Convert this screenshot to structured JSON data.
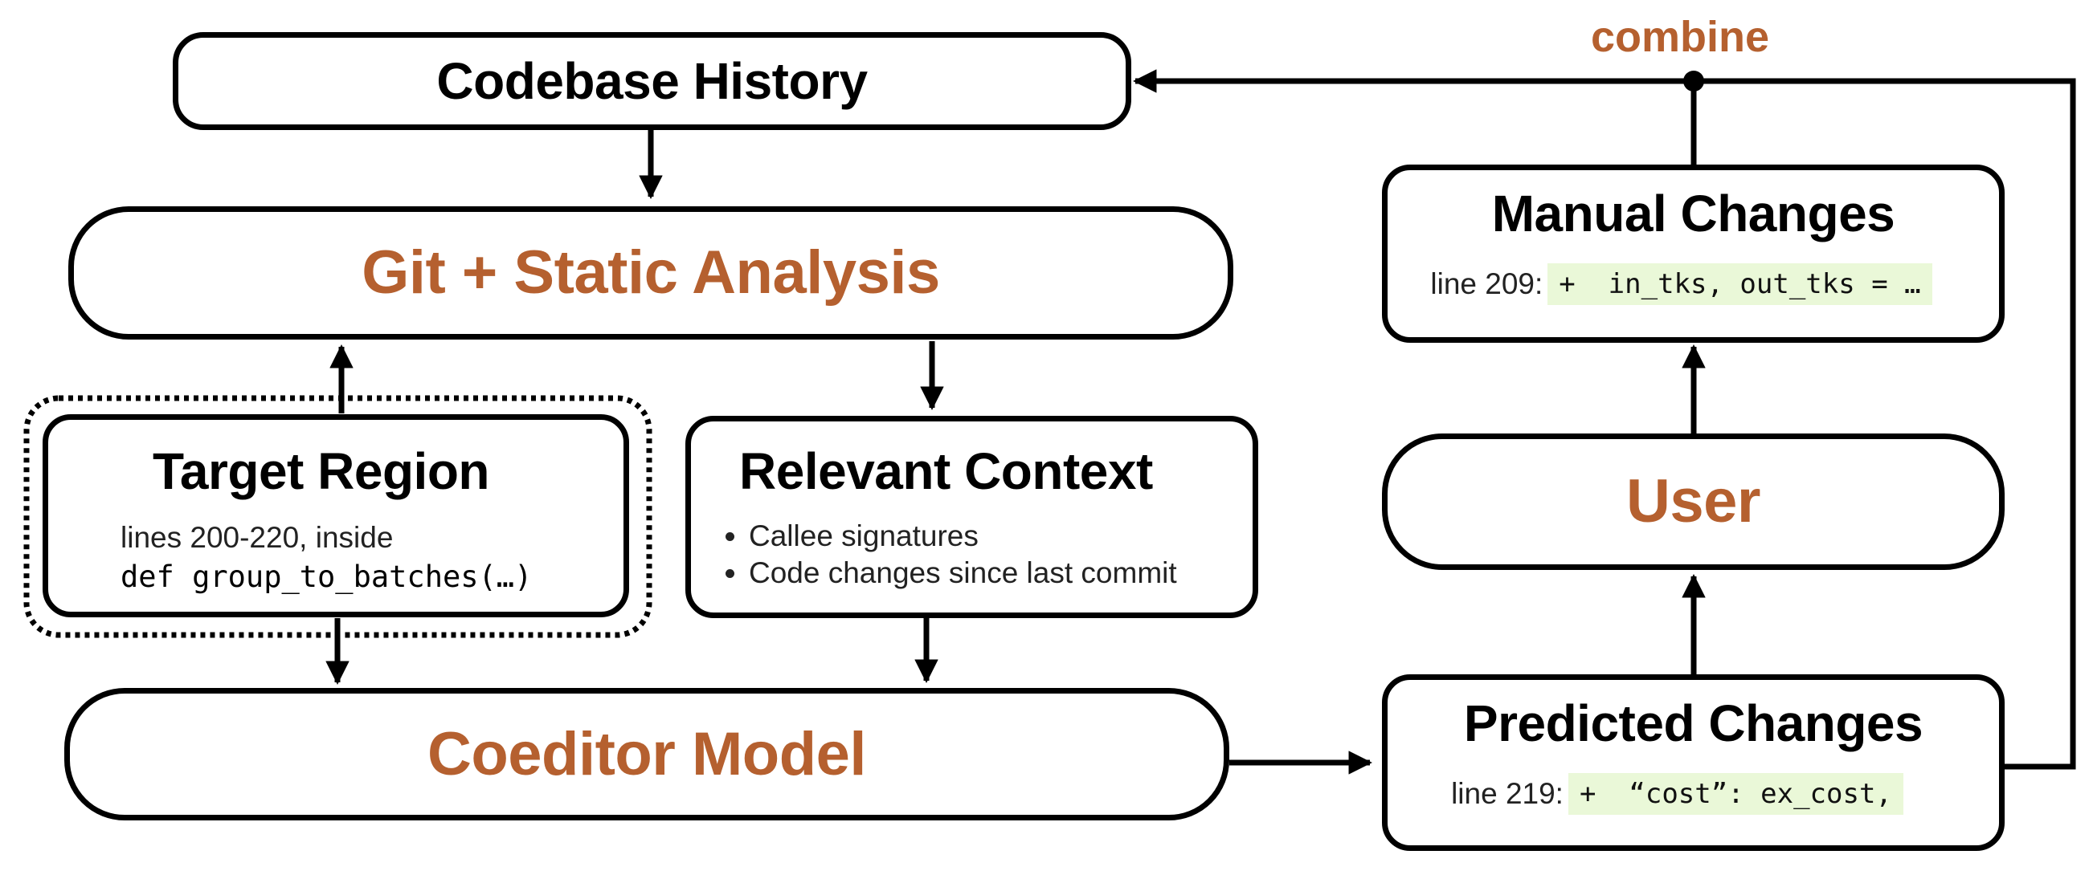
{
  "codebase_history": {
    "title": "Codebase History"
  },
  "git_static": {
    "title": "Git + Static Analysis"
  },
  "target_region": {
    "title": "Target Region",
    "line1": "lines 200-220, inside",
    "line2": "def group_to_batches(…)"
  },
  "relevant_context": {
    "title": "Relevant Context",
    "items": [
      "Callee signatures",
      "Code changes since last commit"
    ]
  },
  "coeditor_model": {
    "title": "Coeditor Model"
  },
  "manual_changes": {
    "title": "Manual Changes",
    "line_label": "line 209:",
    "code": "+  in_tks, out_tks = …"
  },
  "user": {
    "title": "User"
  },
  "predicted_changes": {
    "title": "Predicted Changes",
    "line_label": "line 219:",
    "code": "+  “cost”: ex_cost,"
  },
  "combine_label": "combine",
  "colors": {
    "accent": "#B5602F",
    "code_bg": "#EAF8D8",
    "stroke": "#000000"
  }
}
